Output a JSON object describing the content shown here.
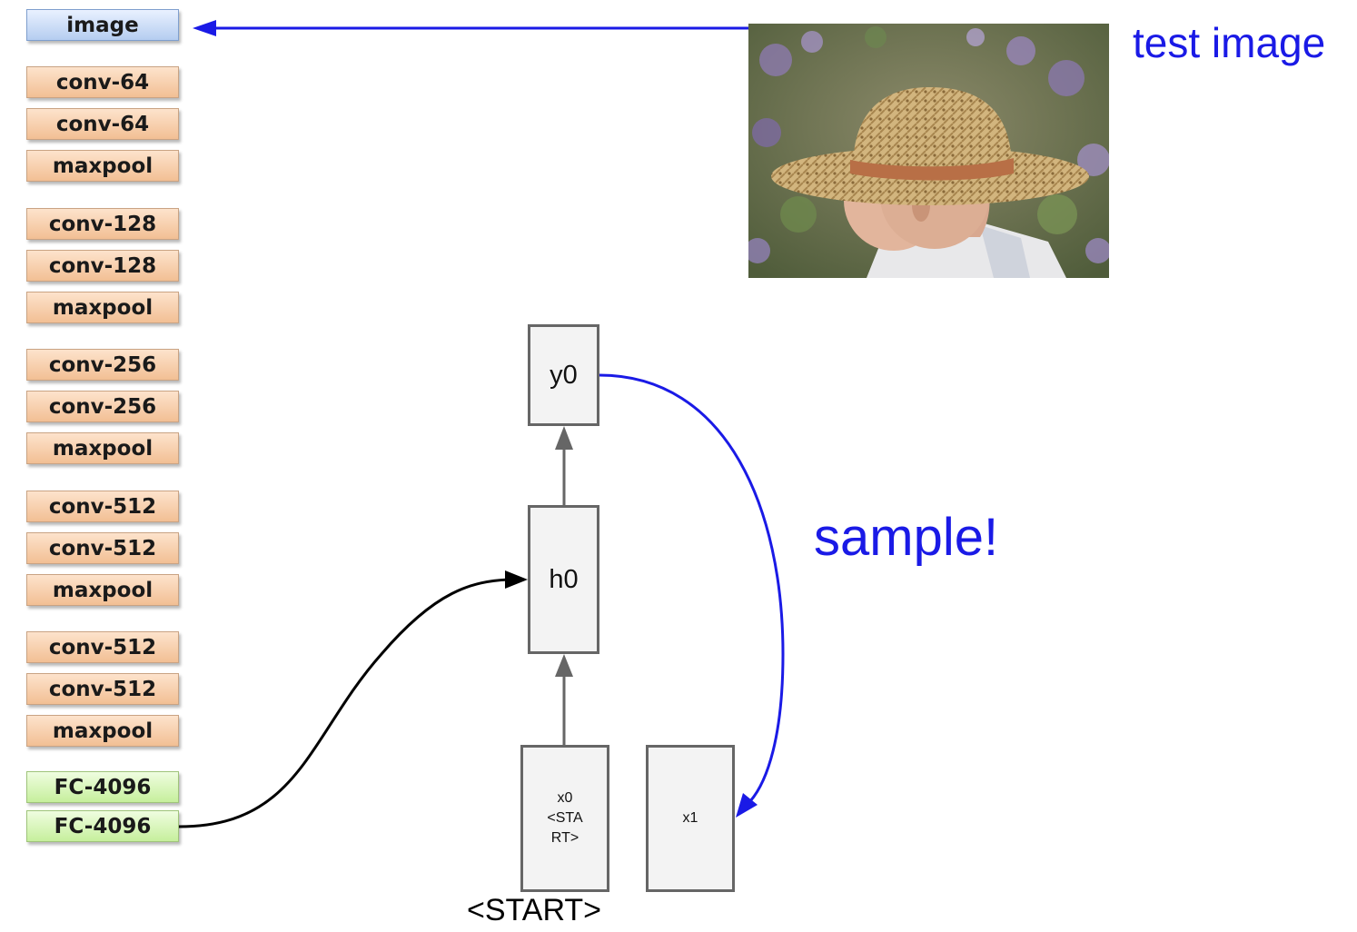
{
  "cnn_layers": [
    {
      "label": "image",
      "kind": "input"
    },
    {
      "label": "conv-64",
      "kind": "conv"
    },
    {
      "label": "conv-64",
      "kind": "conv"
    },
    {
      "label": "maxpool",
      "kind": "conv"
    },
    {
      "label": "conv-128",
      "kind": "conv"
    },
    {
      "label": "conv-128",
      "kind": "conv"
    },
    {
      "label": "maxpool",
      "kind": "conv"
    },
    {
      "label": "conv-256",
      "kind": "conv"
    },
    {
      "label": "conv-256",
      "kind": "conv"
    },
    {
      "label": "maxpool",
      "kind": "conv"
    },
    {
      "label": "conv-512",
      "kind": "conv"
    },
    {
      "label": "conv-512",
      "kind": "conv"
    },
    {
      "label": "maxpool",
      "kind": "conv"
    },
    {
      "label": "conv-512",
      "kind": "conv"
    },
    {
      "label": "conv-512",
      "kind": "conv"
    },
    {
      "label": "maxpool",
      "kind": "conv"
    },
    {
      "label": "FC-4096",
      "kind": "fc"
    },
    {
      "label": "FC-4096",
      "kind": "fc"
    }
  ],
  "rnn": {
    "y0": "y0",
    "h0": "h0",
    "x0_lines": [
      "x0",
      "<STA",
      "RT>"
    ],
    "x1": "x1",
    "start_label": "<START>"
  },
  "annotations": {
    "test_image": "test image",
    "sample": "sample!"
  },
  "colors": {
    "accent_blue": "#1a1ae6",
    "box_border": "#666666",
    "box_fill": "#f3f3f3"
  }
}
